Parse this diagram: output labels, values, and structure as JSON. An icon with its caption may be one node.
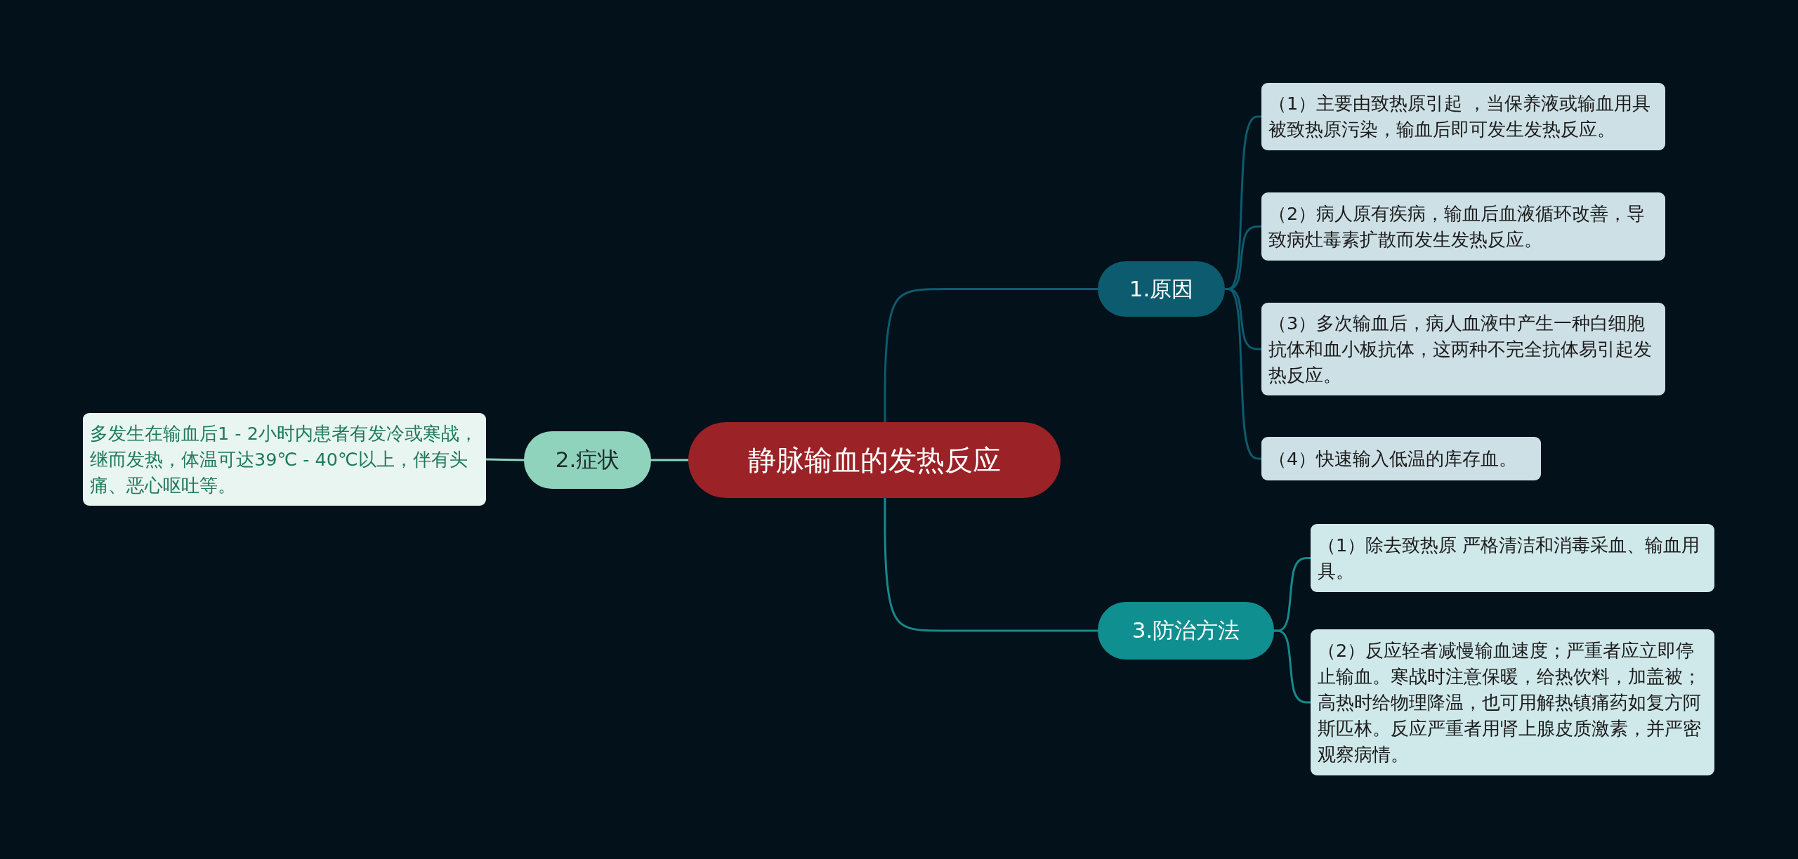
{
  "diagram": {
    "nodes": [
      {
        "text": [
          "静脉输血的发热反应"
        ]
      },
      {
        "text": [
          "1.原因"
        ]
      },
      {
        "text": [
          "（1）主要由致热原引起 ，当保养液或输血用具被致热原污染，输血后即可发生发热反应。"
        ]
      },
      {
        "text": [
          "（2）病人原有疾病，输血后血液循环改善，导致病灶毒素扩散而发生发热反应。"
        ]
      },
      {
        "text": [
          "（3）多次输血后，病人血液中产生一种白细胞抗体和血小板抗体，这两种不完全抗体易引起发热反应。"
        ]
      },
      {
        "text": [
          "（4）快速输入低温的库存血。"
        ]
      },
      {
        "text": [
          "2.症状"
        ]
      },
      {
        "text": [
          "多发生在输血后1 - 2小时内患者有发冷或寒战，继而发热，体温可达39℃ - 40℃以上，伴有头痛、恶心呕吐等。"
        ]
      },
      {
        "text": [
          "3.防治方法"
        ]
      },
      {
        "text": [
          "（1）除去致热原 严格清洁和消毒采血、输血用具。"
        ]
      },
      {
        "text": [
          "（2）反应轻者减慢输血速度；严重者应立即停止输血。寒战时注意保暖，给热饮料，加盖被；高热时给物理降温，也可用解热镇痛药如复方阿斯匹林。反应严重者用肾上腺皮质激素，并严密观察病情。"
        ]
      }
    ],
    "edges": [
      {
        "from": 0,
        "to": 1,
        "arrow": "none"
      },
      {
        "from": 1,
        "to": 2,
        "arrow": "none"
      },
      {
        "from": 1,
        "to": 3,
        "arrow": "none"
      },
      {
        "from": 1,
        "to": 4,
        "arrow": "none"
      },
      {
        "from": 1,
        "to": 5,
        "arrow": "none"
      },
      {
        "from": 0,
        "to": 6,
        "arrow": "none",
        "color": "#8fd3bd"
      },
      {
        "from": 6,
        "to": 7,
        "arrow": "none",
        "color": "#8fd3bd"
      },
      {
        "from": 0,
        "to": 8,
        "arrow": "none",
        "color": "#17898a"
      },
      {
        "from": 8,
        "to": 9,
        "arrow": "none",
        "color": "#17898a"
      },
      {
        "from": 8,
        "to": 10,
        "arrow": "none",
        "color": "#17898a"
      }
    ]
  }
}
